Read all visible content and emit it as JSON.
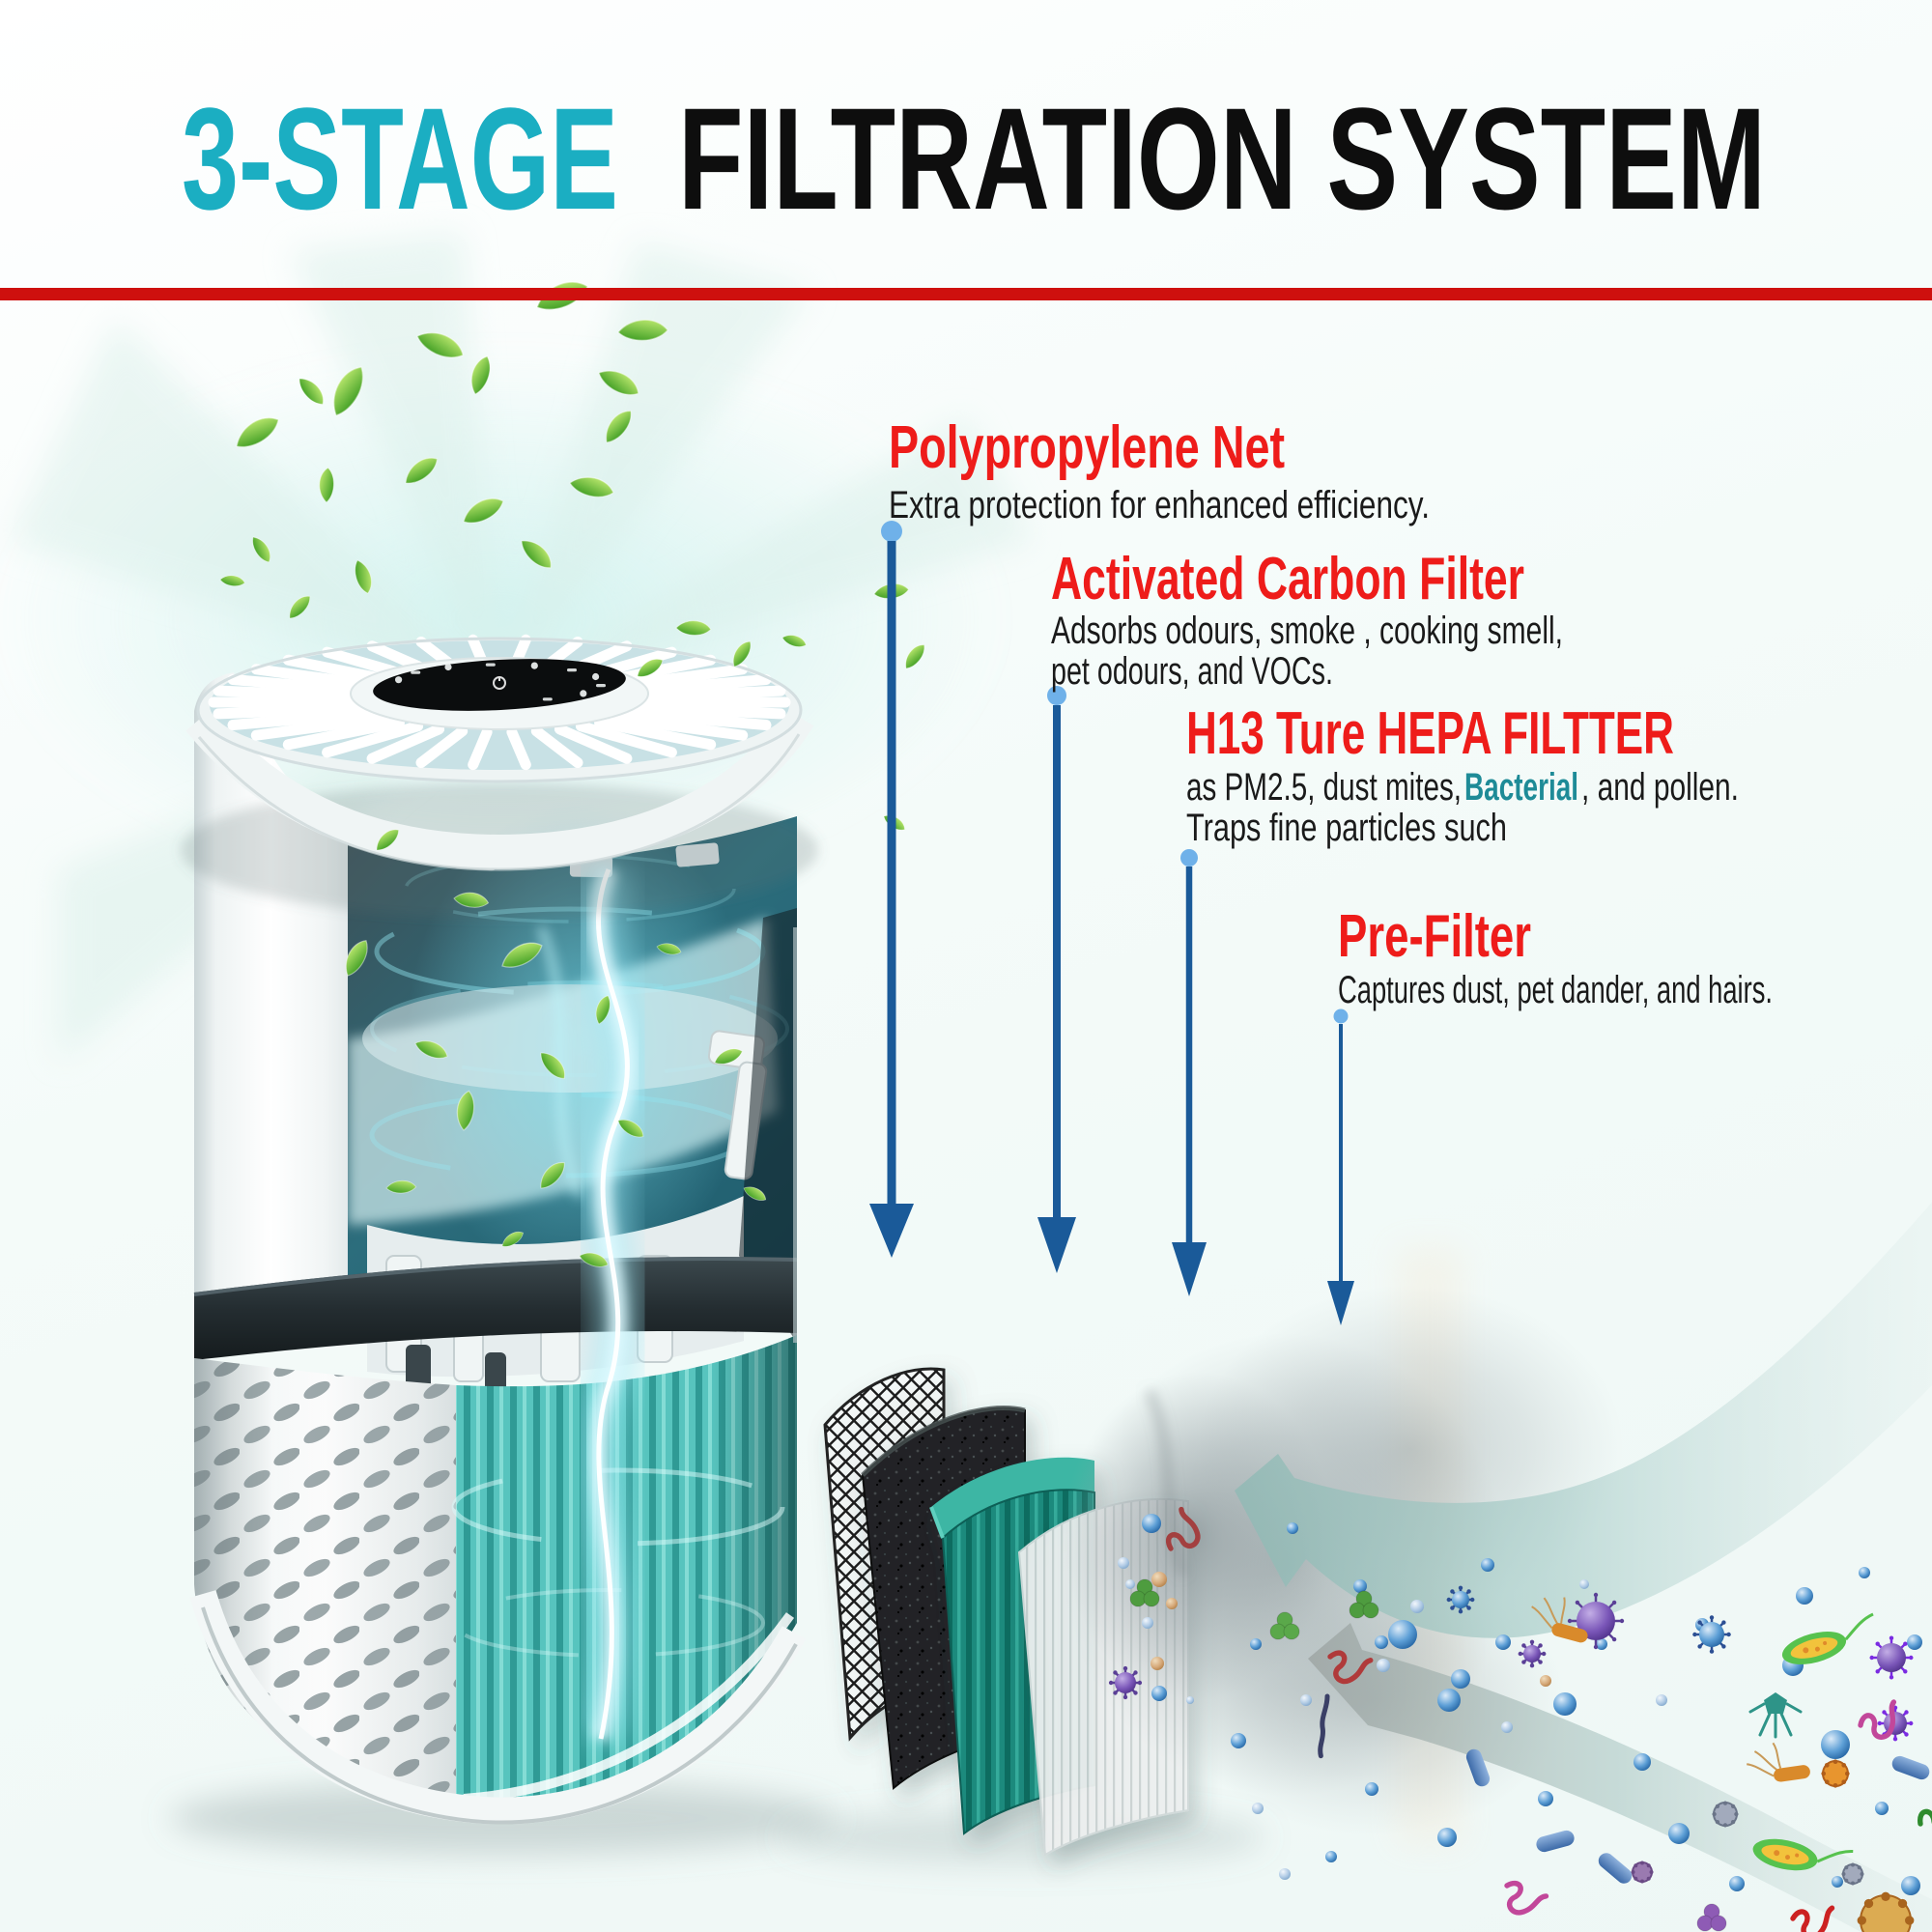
{
  "title": {
    "highlight": "3-STAGE",
    "rest": "FILTRATION SYSTEM"
  },
  "divider_color": "#CE100E",
  "palette": {
    "accent_teal": "#1BAEC2",
    "heading_red": "#EE1C1A",
    "body_text": "#1A1A1A",
    "bacterial_teal": "#1E8B97",
    "connector_line_blue": "#1A5A99",
    "connector_dot_blue": "#6FB1E9",
    "hepa_teal": "#1E8A7E",
    "carbon_black": "#212426"
  },
  "callouts": [
    {
      "heading": "Polypropylene Net",
      "lines": [
        "Extra protection for enhanced efficiency."
      ]
    },
    {
      "heading": "Activated Carbon Filter",
      "lines": [
        "Adsorbs odours, smoke , cooking smell,",
        "pet odours, and VOCs."
      ]
    },
    {
      "heading": "H13 Ture HEPA FILTTER",
      "line1": {
        "pre": "as PM2.5, dust mites, ",
        "highlight": "Bacterial",
        "post": ", and pollen."
      },
      "line2": "Traps fine particles such"
    },
    {
      "heading": "Pre-Filter",
      "lines": [
        "Captures dust, pet dander, and hairs."
      ]
    }
  ]
}
